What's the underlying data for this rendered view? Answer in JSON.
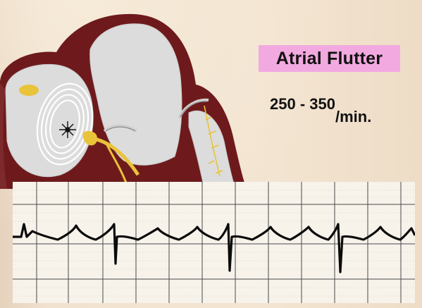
{
  "title": "Atrial Flutter",
  "rate": {
    "value": "250 - 350",
    "unit": "/min."
  },
  "colors": {
    "title_box": "#f2a9e0",
    "myocardium": "#6e1a1c",
    "chamber": "#d9d9d9",
    "conduction": "#e9c33a",
    "ecg_trace": "#0b0b0b"
  }
}
